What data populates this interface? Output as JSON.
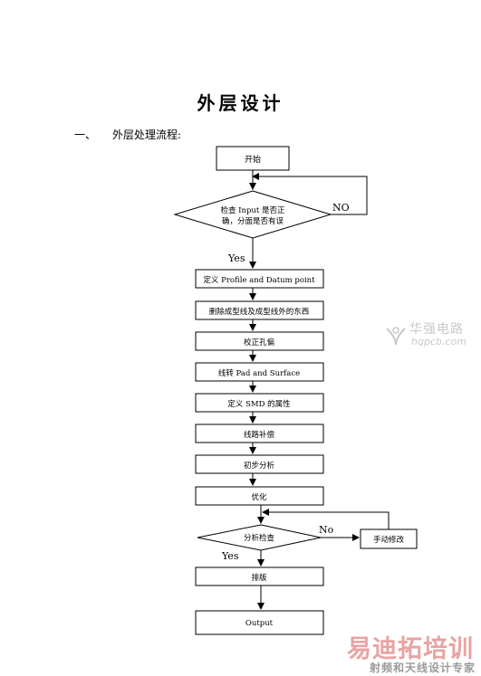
{
  "document": {
    "title": "外层设计",
    "section_number": "一、",
    "section_heading": "外层处理流程:"
  },
  "flowchart": {
    "start": "开始",
    "check1_line1": "检查 Input 是否正",
    "check1_line2": "确，分面是否有误",
    "no1": "NO",
    "yes1": "Yes",
    "steps": [
      "定义 Profile and Datum point",
      "删除成型线及成型线外的东西",
      "校正孔偏",
      "线转 Pad and Surface",
      "定义 SMD 的属性",
      "线路补偿",
      "初步分析",
      "优化"
    ],
    "check2": "分析检查",
    "no2": "No",
    "yes2": "Yes",
    "manual_fix": "手动修改",
    "panel": "排版",
    "output": "Output"
  },
  "watermarks": {
    "top_cn": "华强电路",
    "top_en": "hqpcb.com",
    "bottom_big": "易迪拓培训",
    "bottom_small": "射频和天线设计专家"
  }
}
